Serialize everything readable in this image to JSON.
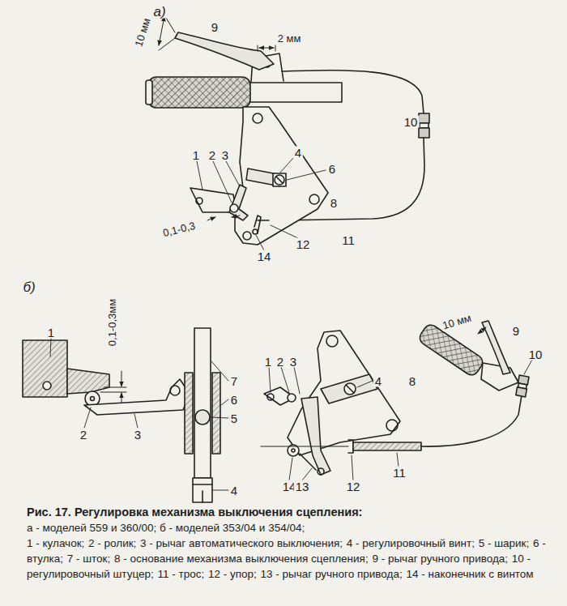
{
  "diagram": {
    "caption": "Рис. 17. Регулировка механизма выключения сцепления:",
    "labels": [
      "а)",
      "10 мм",
      "2 мм",
      "9",
      "10",
      "1",
      "2",
      "3",
      "4",
      "6",
      "8",
      "0,1-0,3",
      "12",
      "11",
      "14",
      "б)",
      "0,1-0,3мм",
      "1",
      "2",
      "3",
      "7",
      "6",
      "5",
      "4",
      "1",
      "2",
      "3",
      "4",
      "8",
      "14",
      "13",
      "12",
      "11",
      "10 мм",
      "9",
      "10",
      "а - моделей 559 и 360/00; б - моделей 353/04 и 354/04;",
      "1 - кулачок;",
      "2 - ролик;",
      "3 - рычаг автоматического выключения;",
      "4 - регулировочный винт;",
      "5 - шарик;",
      "6 - втулка;",
      "7 - шток;",
      "8 - основание механизма выключения сцепления;",
      "9 - рычаг ручного привода;",
      "10 - регулировочный штуцер;",
      "11 - трос;",
      "12 - упор;",
      "13 - рычаг ручного привода;",
      "14 - наконечник с винтом"
    ]
  }
}
